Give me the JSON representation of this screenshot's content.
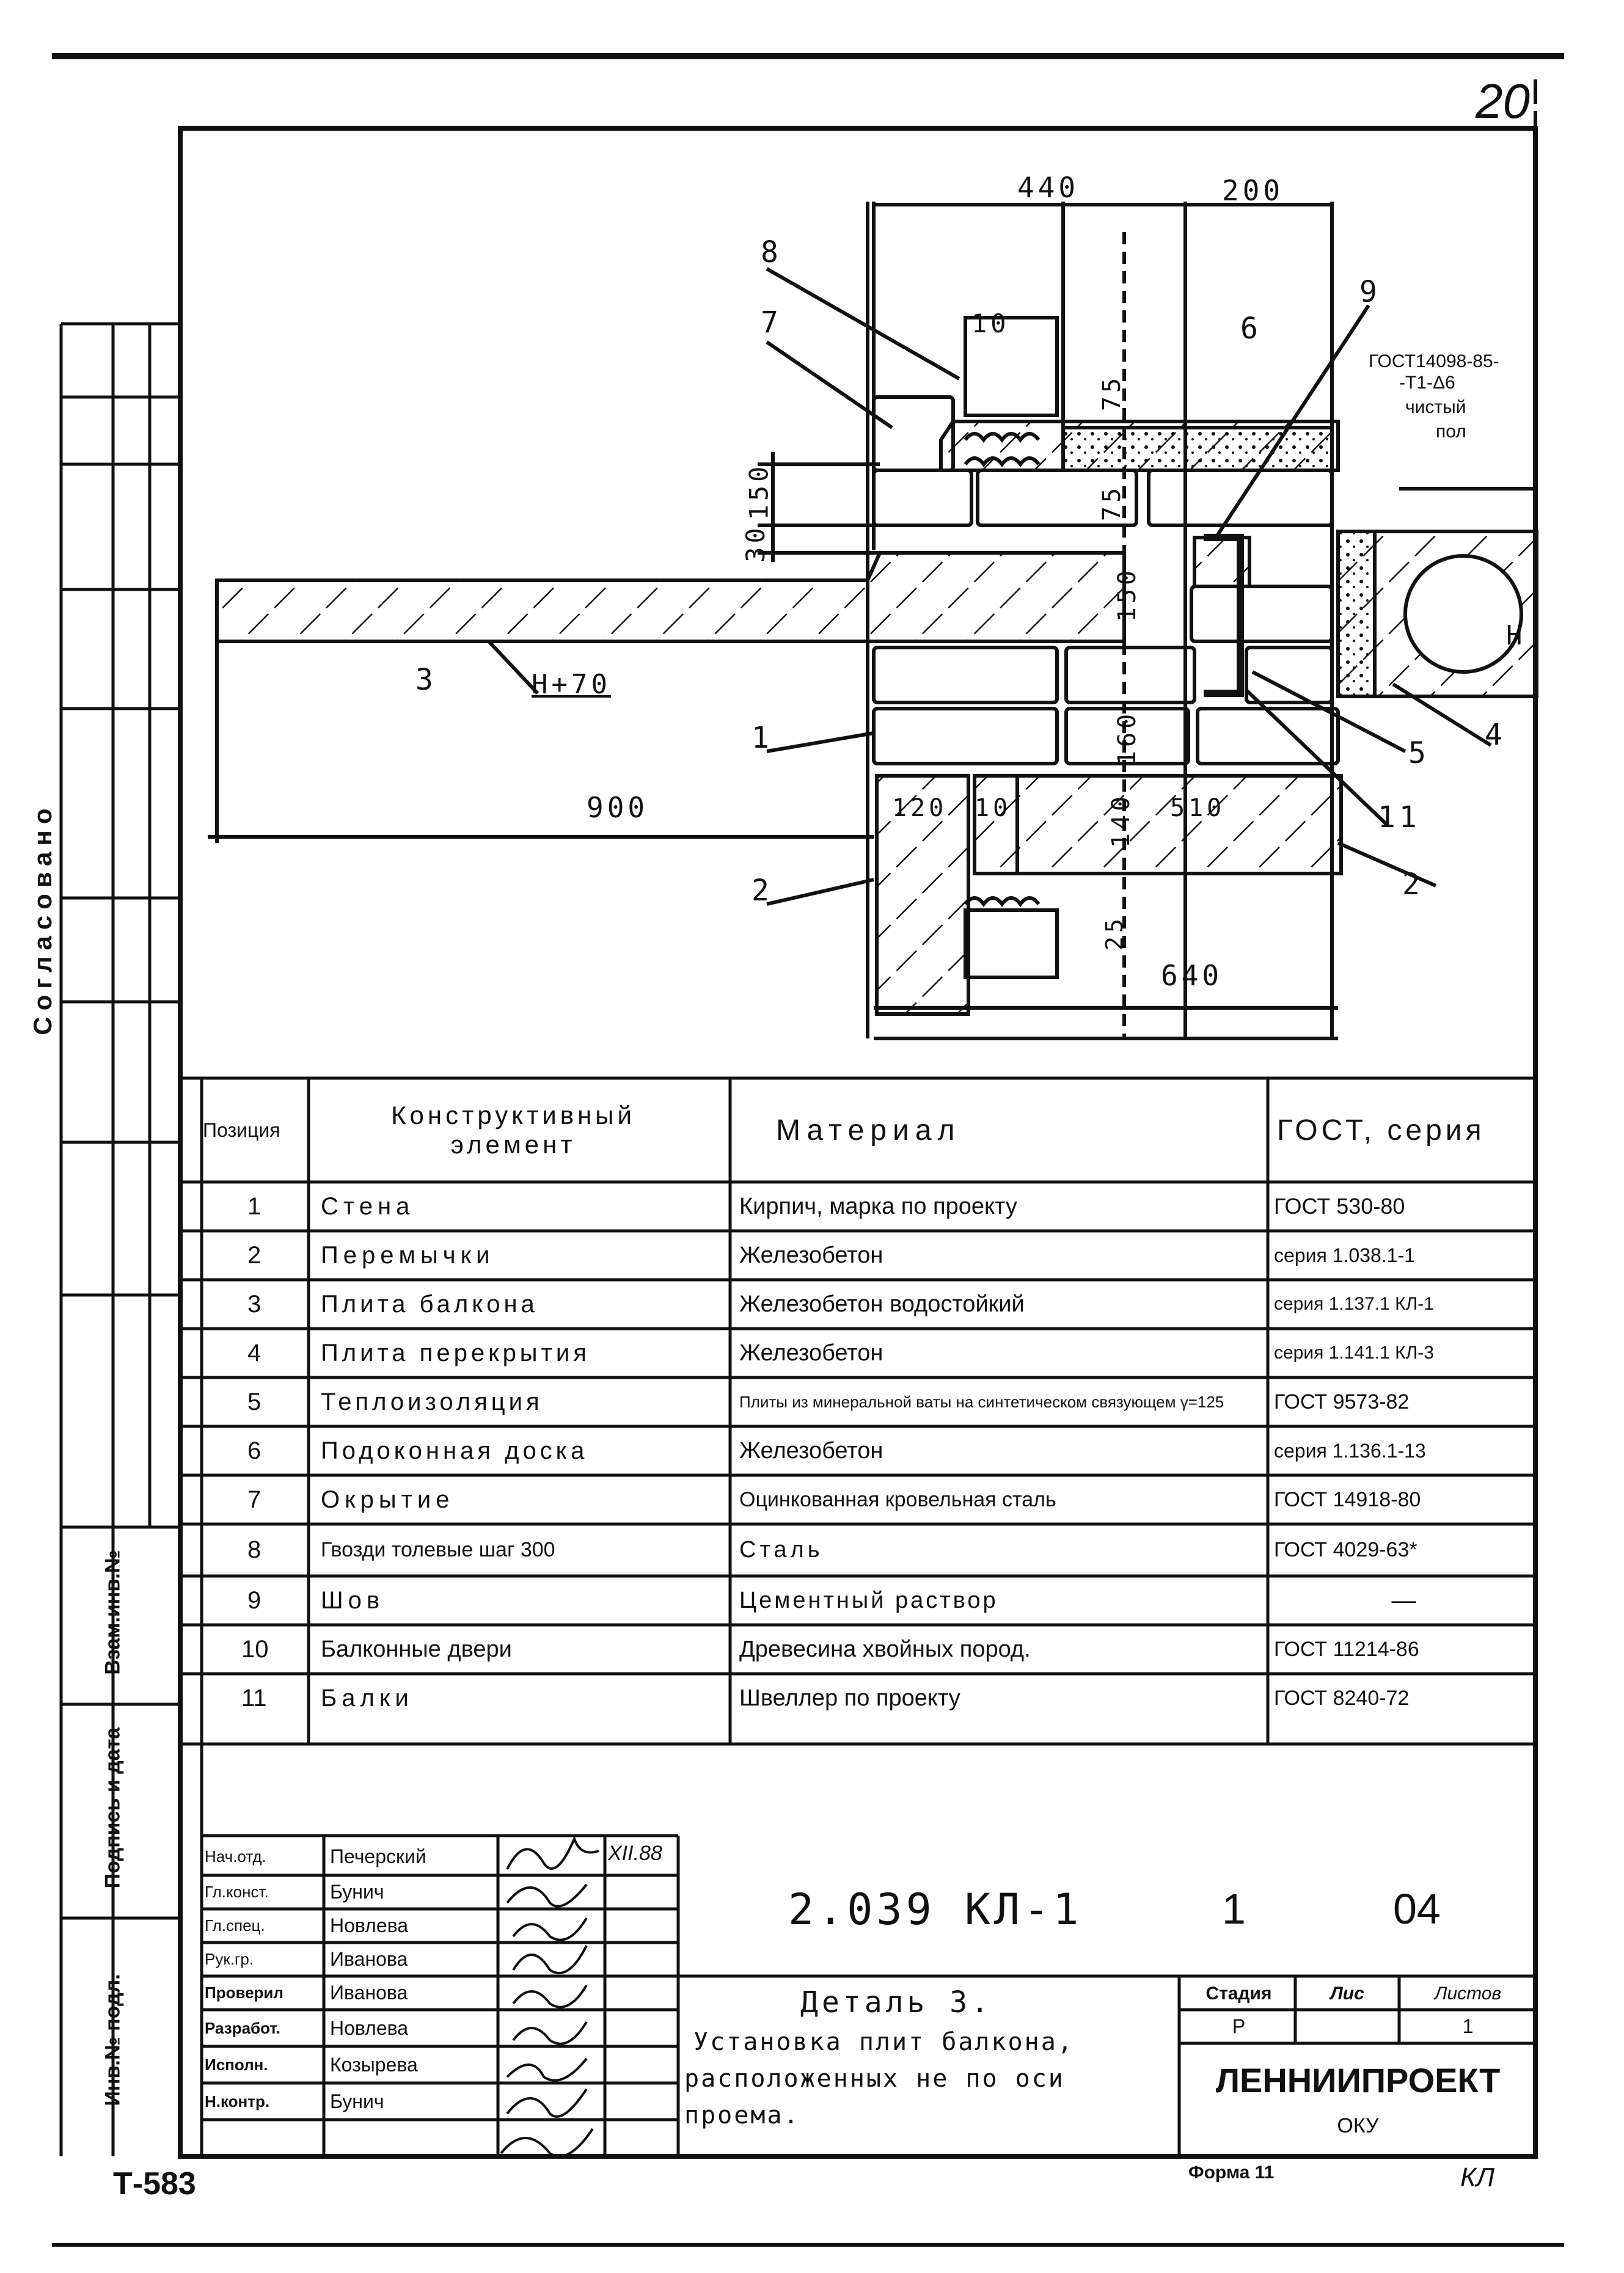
{
  "page_number": "20",
  "left_strip": {
    "agreed": "Согласовано",
    "inv_no": "Взам.инв.№",
    "sign_date": "Подпись и дата",
    "orig_inv": "Инв.№ подл."
  },
  "drawing": {
    "dims": {
      "d440": "440",
      "d200": "200",
      "d150a": "150",
      "d30": "30",
      "d75a": "75",
      "d75b": "75",
      "d150b": "150",
      "d160": "160",
      "d120": "120",
      "d10": "10",
      "d140": "140",
      "d510": "510",
      "d25": "25",
      "d640": "640",
      "d900": "900"
    },
    "callouts": {
      "c1": "1",
      "c2a": "2",
      "c2b": "2",
      "c3": "3",
      "c4": "4",
      "c5": "5",
      "c6": "6",
      "c7": "7",
      "c8": "8",
      "c9": "9",
      "c10": "10",
      "c11": "11"
    },
    "level_mark": "Н+70",
    "h_mark": "Н",
    "gost_note_1": "ГОСТ14098-85-",
    "gost_note_2": "-Т1-Δ6",
    "floor_1": "чистый",
    "floor_2": "пол"
  },
  "spec_table": {
    "headers": {
      "pos": "Позиция",
      "element": "Конструктивный элемент",
      "material": "Материал",
      "gost": "ГОСТ, серия"
    },
    "rows": [
      {
        "pos": "1",
        "element": "Стена",
        "material": "Кирпич, марка по проекту",
        "gost": "ГОСТ 530-80"
      },
      {
        "pos": "2",
        "element": "Перемычки",
        "material": "Железобетон",
        "gost": "серия 1.038.1-1"
      },
      {
        "pos": "3",
        "element": "Плита балкона",
        "material": "Железобетон водостойкий",
        "gost": "серия 1.137.1 КЛ-1"
      },
      {
        "pos": "4",
        "element": "Плита перекрытия",
        "material": "Железобетон",
        "gost": "серия 1.141.1 КЛ-3"
      },
      {
        "pos": "5",
        "element": "Теплоизоляция",
        "material": "Плиты из минеральной ваты на синтетическом связующем γ=125",
        "gost": "ГОСТ 9573-82"
      },
      {
        "pos": "6",
        "element": "Подоконная доска",
        "material": "Железобетон",
        "gost": "серия 1.136.1-13"
      },
      {
        "pos": "7",
        "element": "Окрытие",
        "material": "Оцинкованная кровельная сталь",
        "gost": "ГОСТ 14918-80"
      },
      {
        "pos": "8",
        "element": "Гвозди толевые шаг 300",
        "material": "Сталь",
        "gost": "ГОСТ 4029-63*"
      },
      {
        "pos": "9",
        "element": "Шов",
        "material": "Цементный раствор",
        "gost": "—"
      },
      {
        "pos": "10",
        "element": "Балконные двери",
        "material": "Древесина хвойных пород.",
        "gost": "ГОСТ 11214-86"
      },
      {
        "pos": "11",
        "element": "Балки",
        "material": "Швеллер по проекту",
        "gost": "ГОСТ 8240-72"
      }
    ]
  },
  "title_block": {
    "signers": [
      {
        "role": "Нач.отд.",
        "name": "Печерский"
      },
      {
        "role": "Гл.конст.",
        "name": "Бунич"
      },
      {
        "role": "Гл.спец.",
        "name": "Новлева"
      },
      {
        "role": "Рук.гр.",
        "name": "Иванова"
      },
      {
        "role": "Проверил",
        "name": "Иванова"
      },
      {
        "role": "Разработ.",
        "name": "Новлева"
      },
      {
        "role": "Исполн.",
        "name": "Козырева"
      },
      {
        "role": "Н.контр.",
        "name": "Бунич"
      }
    ],
    "date": "XII.88",
    "designation": "2.039 КЛ-1",
    "issue": "1",
    "page_code": "04",
    "title_1": "Деталь 3.",
    "title_2": "Установка плит балкона,",
    "title_3": "расположенных не по оси",
    "title_4": "проема.",
    "stage_label": "Стадия",
    "sheet_label": "Лис",
    "sheets_label": "Листов",
    "stage": "Р",
    "sheets": "1",
    "org": "ЛЕННИИПРОЕКТ",
    "dept": "ОКУ"
  },
  "footer": {
    "code": "Т-583",
    "form": "Форма 11",
    "initials": "КЛ"
  }
}
